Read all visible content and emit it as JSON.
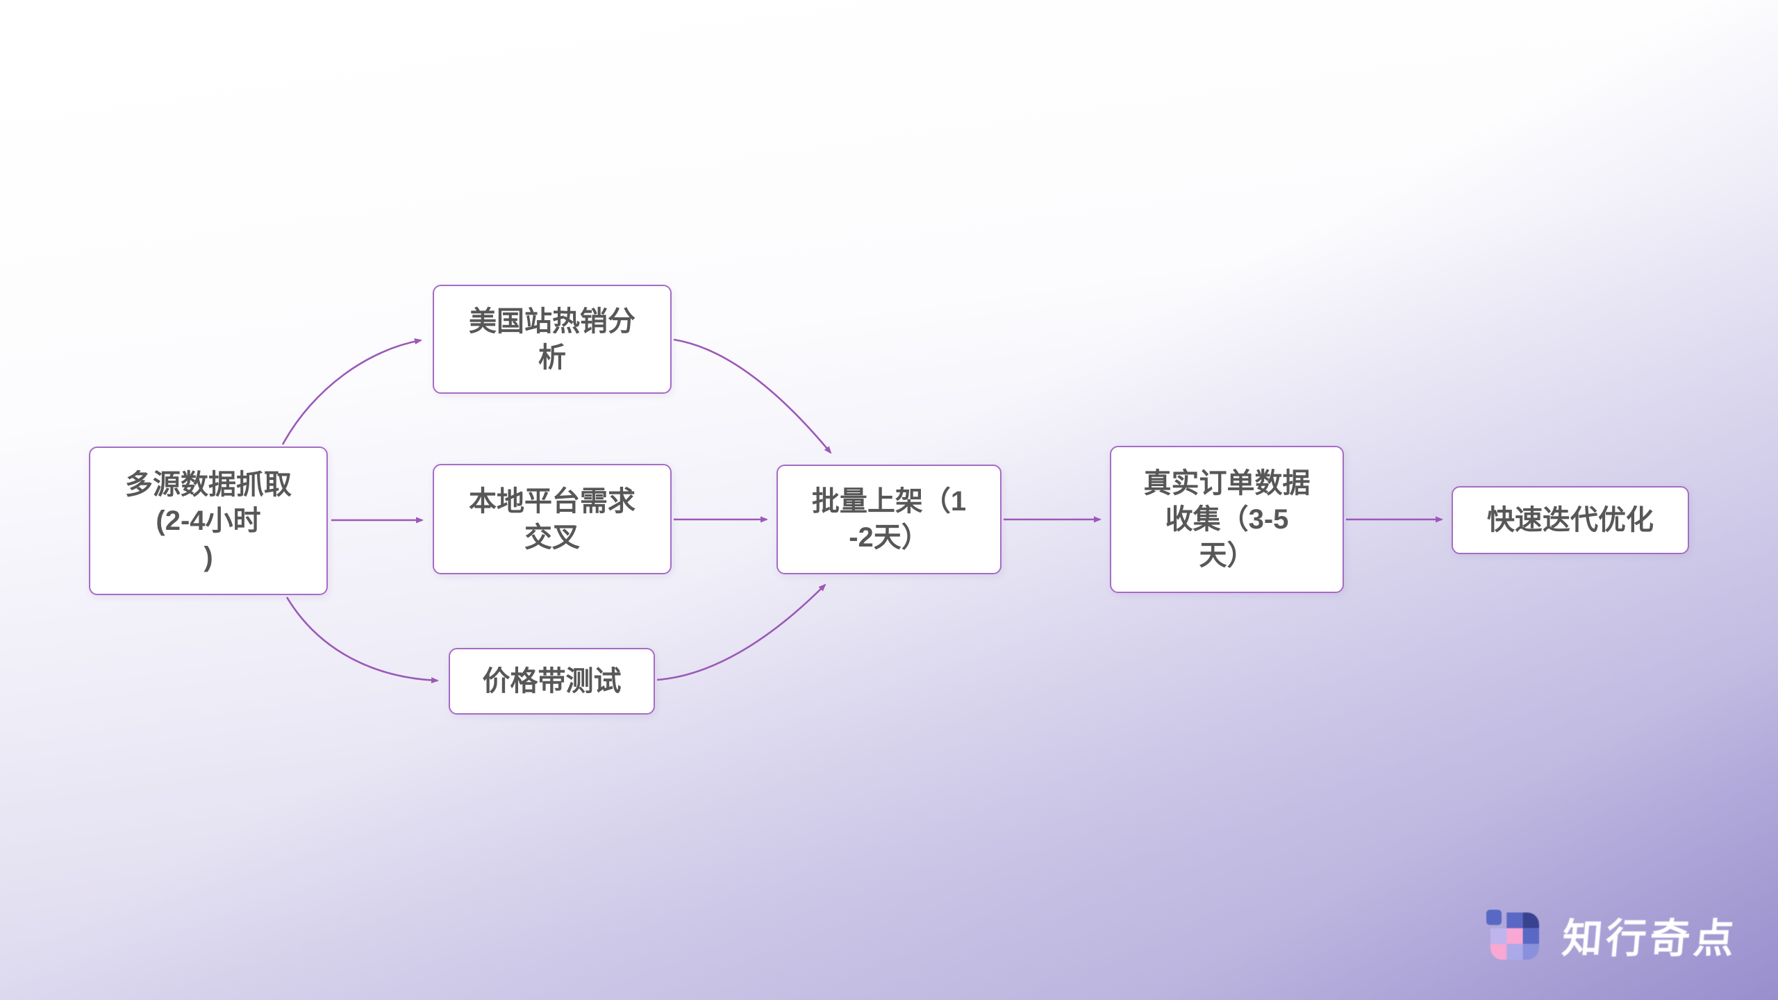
{
  "flowchart": {
    "nodes": [
      {
        "id": "multi-source-capture",
        "label": "多源数据抓取\n(2-4小时\n)"
      },
      {
        "id": "us-hot-sale-analysis",
        "label": "美国站热销分\n析"
      },
      {
        "id": "local-platform-demand-cross",
        "label": "本地平台需求\n交叉"
      },
      {
        "id": "price-band-test",
        "label": "价格带测试"
      },
      {
        "id": "batch-listing",
        "label": "批量上架（1\n-2天）"
      },
      {
        "id": "real-order-data-collection",
        "label": "真实订单数据\n收集（3-5\n天）"
      },
      {
        "id": "rapid-iteration-optimization",
        "label": "快速迭代优化"
      }
    ],
    "edges": [
      {
        "from": "multi-source-capture",
        "to": "us-hot-sale-analysis"
      },
      {
        "from": "multi-source-capture",
        "to": "local-platform-demand-cross"
      },
      {
        "from": "multi-source-capture",
        "to": "price-band-test"
      },
      {
        "from": "us-hot-sale-analysis",
        "to": "batch-listing"
      },
      {
        "from": "local-platform-demand-cross",
        "to": "batch-listing"
      },
      {
        "from": "price-band-test",
        "to": "batch-listing"
      },
      {
        "from": "batch-listing",
        "to": "real-order-data-collection"
      },
      {
        "from": "real-order-data-collection",
        "to": "rapid-iteration-optimization"
      }
    ],
    "colors": {
      "node_background": "#ffffff",
      "node_border": "#a76bc5",
      "node_text": "#575757",
      "arrow": "#9b59b6"
    }
  },
  "background": {
    "top": "#ffffff",
    "bottom_left": "#dcd8ee",
    "bottom_right": "#9e95d0"
  },
  "brand": {
    "name": "知行奇点",
    "icon": "mosaic-grid-logo",
    "icon_colors": {
      "indigo": "#5a68c5",
      "navy": "#39428f",
      "pink": "#f8a8d2",
      "lavender": "#bfb4ee",
      "periwinkle_light": "#aca9e8",
      "periwinkle": "#8b90dc"
    },
    "text_color": "#ffffff"
  }
}
